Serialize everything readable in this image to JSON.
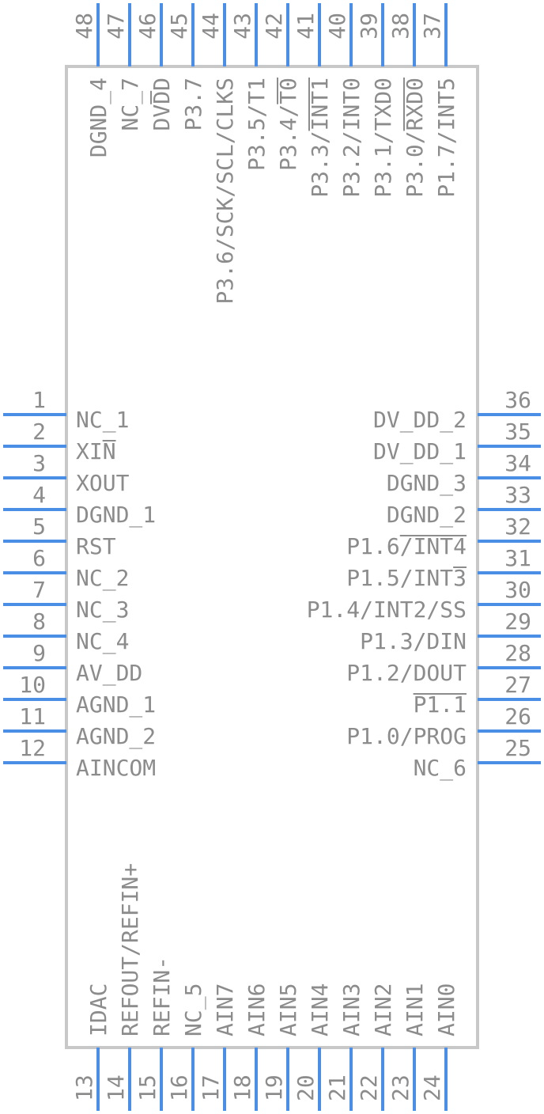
{
  "component": {
    "body_color": "#c8c8c8",
    "pin_color": "#4a8ee6",
    "text_color": "#8c8c8c"
  },
  "pins": {
    "left": [
      {
        "num": "1",
        "name": "NC_1"
      },
      {
        "num": "2",
        "name": "XIN"
      },
      {
        "num": "3",
        "name": "XOUT"
      },
      {
        "num": "4",
        "name": "DGND_1"
      },
      {
        "num": "5",
        "name": "RST"
      },
      {
        "num": "6",
        "name": "NC_2"
      },
      {
        "num": "7",
        "name": "NC_3"
      },
      {
        "num": "8",
        "name": "NC_4"
      },
      {
        "num": "9",
        "name": "AV_DD"
      },
      {
        "num": "10",
        "name": "AGND_1"
      },
      {
        "num": "11",
        "name": "AGND_2"
      },
      {
        "num": "12",
        "name": "AINCOM"
      }
    ],
    "bottom": [
      {
        "num": "13",
        "name": "IDAC"
      },
      {
        "num": "14",
        "name": "REFOUT/REFIN+"
      },
      {
        "num": "15",
        "name": "REFIN-"
      },
      {
        "num": "16",
        "name": "NC_5"
      },
      {
        "num": "17",
        "name": "AIN7"
      },
      {
        "num": "18",
        "name": "AIN6"
      },
      {
        "num": "19",
        "name": "AIN5"
      },
      {
        "num": "20",
        "name": "AIN4"
      },
      {
        "num": "21",
        "name": "AIN3"
      },
      {
        "num": "22",
        "name": "AIN2"
      },
      {
        "num": "23",
        "name": "AIN1"
      },
      {
        "num": "24",
        "name": "AIN0"
      }
    ],
    "right": [
      {
        "num": "25",
        "name": "NC_6"
      },
      {
        "num": "26",
        "name": "P1.0/PROG"
      },
      {
        "num": "27",
        "name": "P1.1"
      },
      {
        "num": "28",
        "name": "P1.2/DOUT"
      },
      {
        "num": "29",
        "name": "P1.3/DIN"
      },
      {
        "num": "30",
        "name": "P1.4/INT2/SS"
      },
      {
        "num": "31",
        "name": "P1.5/INT3"
      },
      {
        "num": "32",
        "name": "P1.6/INT4"
      },
      {
        "num": "33",
        "name": "DGND_2"
      },
      {
        "num": "34",
        "name": "DGND_3"
      },
      {
        "num": "35",
        "name": "DV_DD_1"
      },
      {
        "num": "36",
        "name": "DV_DD_2"
      }
    ],
    "top": [
      {
        "num": "37",
        "name": "P1.7/INT5"
      },
      {
        "num": "38",
        "name": "P3.0/RXD0"
      },
      {
        "num": "39",
        "name": "P3.1/TXD0"
      },
      {
        "num": "40",
        "name": "P3.2/INT0"
      },
      {
        "num": "41",
        "name": "P3.3/INT1"
      },
      {
        "num": "42",
        "name": "P3.4/T0"
      },
      {
        "num": "43",
        "name": "P3.5/T1"
      },
      {
        "num": "44",
        "name": "P3.6/SCK/SCL/CLKS"
      },
      {
        "num": "45",
        "name": "P3.7"
      },
      {
        "num": "46",
        "name": "DVDD"
      },
      {
        "num": "47",
        "name": "NC_7"
      },
      {
        "num": "48",
        "name": "DGND_4"
      }
    ]
  }
}
